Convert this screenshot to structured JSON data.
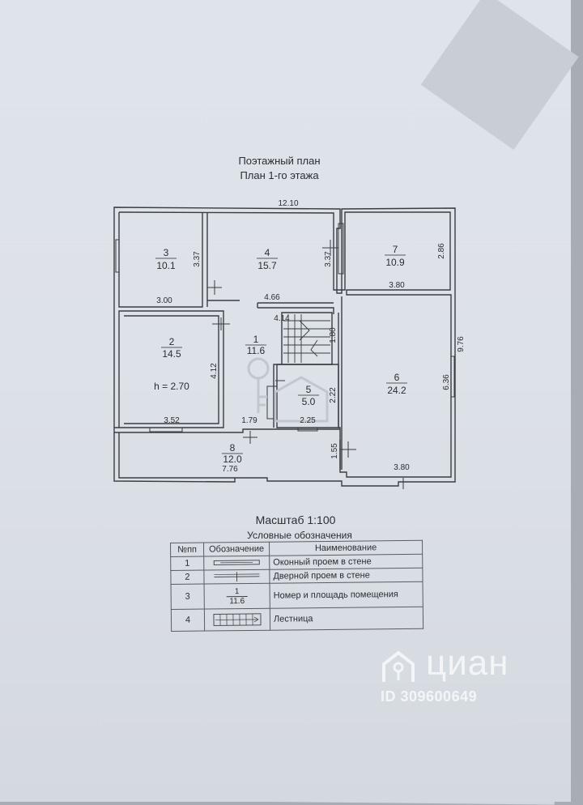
{
  "heading": {
    "line1": "Поэтажный план",
    "line2": "План 1-го этажа"
  },
  "plan": {
    "overall_width": "12.10",
    "overall_depth": "9.76",
    "ceiling_height": "h = 2.70",
    "rooms": [
      {
        "num": "1",
        "area": "11.6"
      },
      {
        "num": "2",
        "area": "14.5"
      },
      {
        "num": "3",
        "area": "10.1"
      },
      {
        "num": "4",
        "area": "15.7"
      },
      {
        "num": "5",
        "area": "5.0"
      },
      {
        "num": "6",
        "area": "24.2"
      },
      {
        "num": "7",
        "area": "10.9"
      },
      {
        "num": "8",
        "area": "12.0"
      }
    ],
    "dimensions": {
      "r3_width": "3.00",
      "r3_height": "3.37",
      "r4_height": "3.37",
      "r4_width": "4.66",
      "r7_width": "3.80",
      "r7_height": "2.86",
      "stair_width": "4.14",
      "stair_height": "1.80",
      "r2_height": "4.12",
      "r2_width": "3.52",
      "r1_bottom": "1.79",
      "r5_width": "2.25",
      "r5_height": "2.22",
      "r6_height": "6.36",
      "r6_width": "3.80",
      "r8_width": "7.76",
      "passage": "1.55"
    }
  },
  "scale": "Масштаб 1:100",
  "legend": {
    "title": "Условные обозначения",
    "headers": {
      "num": "№пп",
      "symbol": "Обозначение",
      "name": "Наименование"
    },
    "rows": [
      {
        "num": "1",
        "name": "Оконный проем в стене",
        "icon": "window-symbol"
      },
      {
        "num": "2",
        "name": "Дверной проем в стене",
        "icon": "door-symbol"
      },
      {
        "num": "3",
        "name": "Номер и площадь помещения",
        "icon": "room-label-symbol",
        "sym_top": "1",
        "sym_bottom": "11.6"
      },
      {
        "num": "4",
        "name": "Лестница",
        "icon": "stairs-symbol"
      }
    ]
  },
  "watermark": {
    "brand": "циан",
    "listing_id": "ID 309600649",
    "icon": "cian-house-key-icon"
  }
}
